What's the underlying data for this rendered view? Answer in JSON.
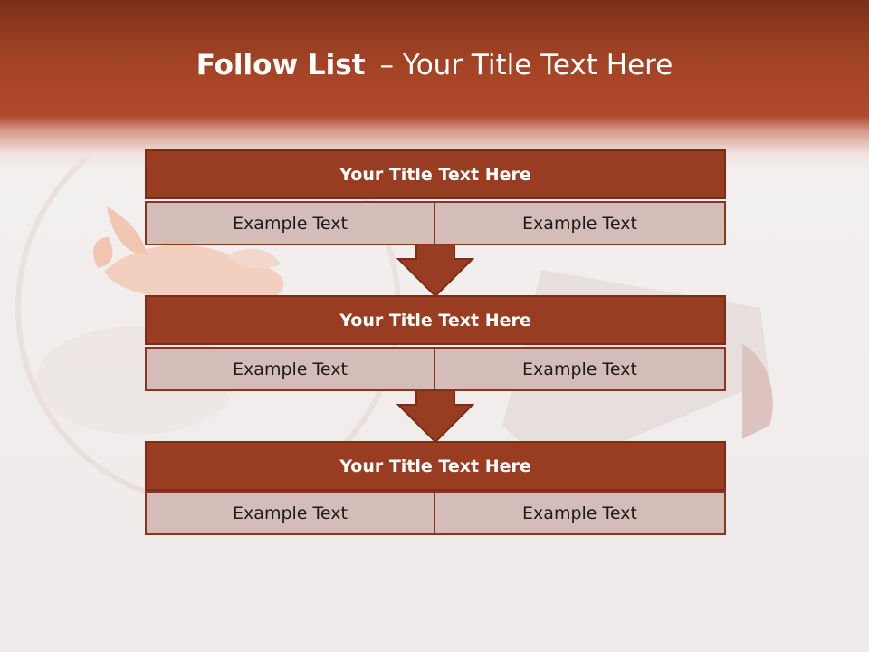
{
  "slide": {
    "title_bold": "Follow List",
    "title_rest": "– Your Title Text Here"
  },
  "flow": {
    "rows": [
      {
        "title": "Your Title Text Here",
        "left": "Example Text",
        "right": "Example Text"
      },
      {
        "title": "Your Title Text Here",
        "left": "Example Text",
        "right": "Example Text"
      },
      {
        "title": "Your Title Text Here",
        "left": "Example Text",
        "right": "Example Text"
      }
    ]
  },
  "colors": {
    "header_dark": "#7a2f19",
    "header_mid": "#b04a2c",
    "box_fill": "#983d22",
    "cell_fill": "#d4bcb8"
  },
  "icons": [
    "down-arrow-icon"
  ]
}
